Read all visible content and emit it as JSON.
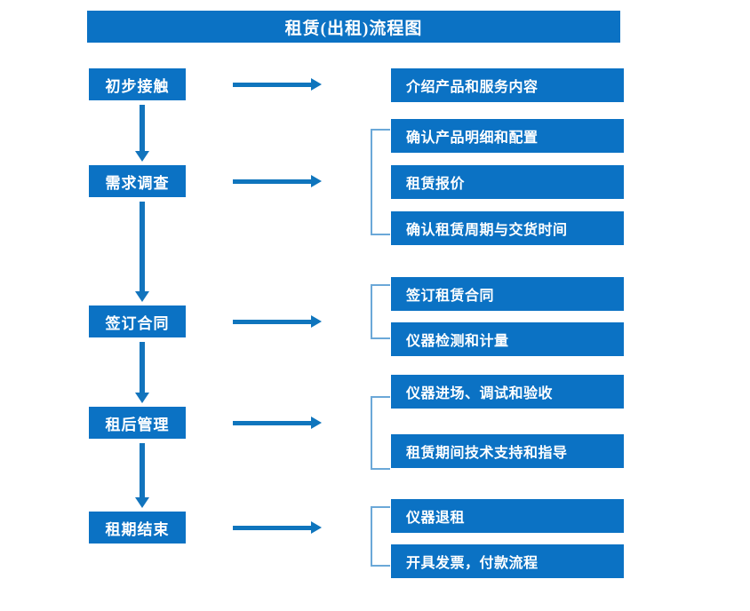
{
  "title": "租赁(出租)流程图",
  "stages": [
    {
      "label": "初步接触"
    },
    {
      "label": "需求调查"
    },
    {
      "label": "签订合同"
    },
    {
      "label": "租后管理"
    },
    {
      "label": "租期结束"
    }
  ],
  "details": [
    {
      "label": "介绍产品和服务内容"
    },
    {
      "label": "确认产品明细和配置"
    },
    {
      "label": "租赁报价"
    },
    {
      "label": "确认租赁周期与交货时间"
    },
    {
      "label": "签订租赁合同"
    },
    {
      "label": "仪器检测和计量"
    },
    {
      "label": "仪器进场、调试和验收"
    },
    {
      "label": "租赁期间技术支持和指导"
    },
    {
      "label": "仪器退租"
    },
    {
      "label": "开具发票，付款流程"
    }
  ],
  "colors": {
    "box_fill": "#0b72c4",
    "box_text": "#ffffff",
    "arrow": "#0f75bd",
    "bracket": "#6ba8d8",
    "background": "#ffffff"
  }
}
